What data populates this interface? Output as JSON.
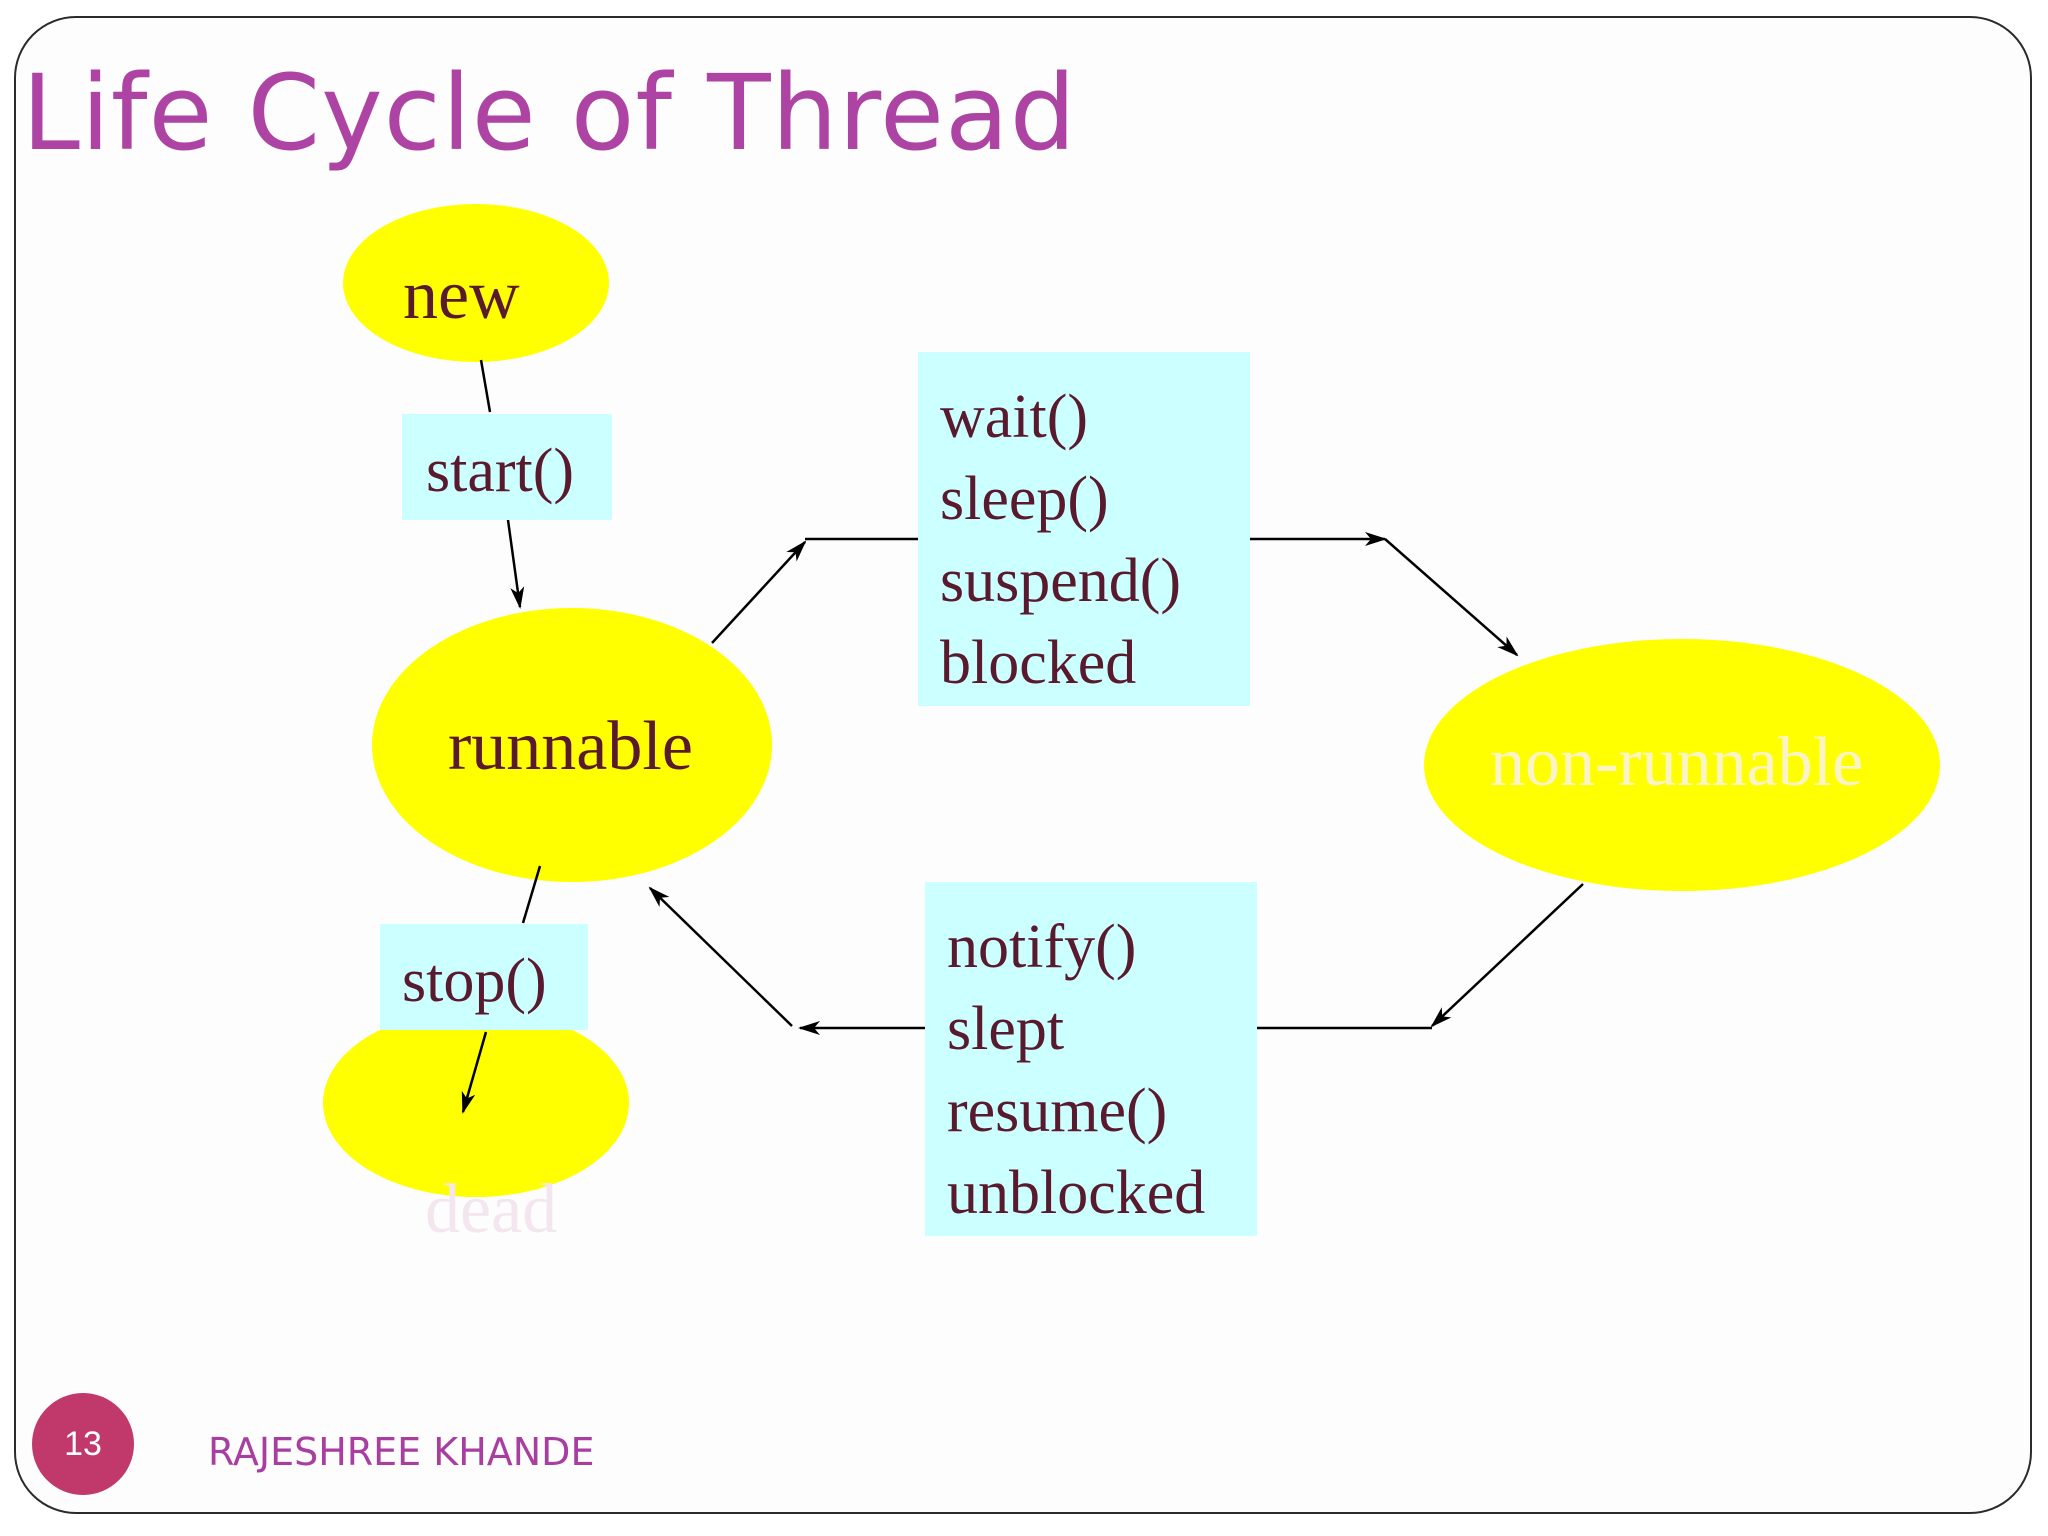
{
  "slide": {
    "title": "Life Cycle of Thread",
    "page_number": "13",
    "author": "RAJESHREE KHANDE"
  },
  "states": {
    "new": "new",
    "runnable": "runnable",
    "non_runnable": "non-runnable",
    "dead": "dead"
  },
  "transitions": {
    "start": "start()",
    "stop": "stop()",
    "to_non_runnable": [
      "wait()",
      "sleep()",
      "suspend()",
      "blocked"
    ],
    "to_runnable": [
      "notify()",
      "slept",
      "resume()",
      "unblocked"
    ]
  },
  "colors": {
    "title": "#ad44a3",
    "state_fill": "#ffff00",
    "box_fill": "#ccffff",
    "label_text": "#5a1a2e",
    "badge": "#c0396a"
  }
}
